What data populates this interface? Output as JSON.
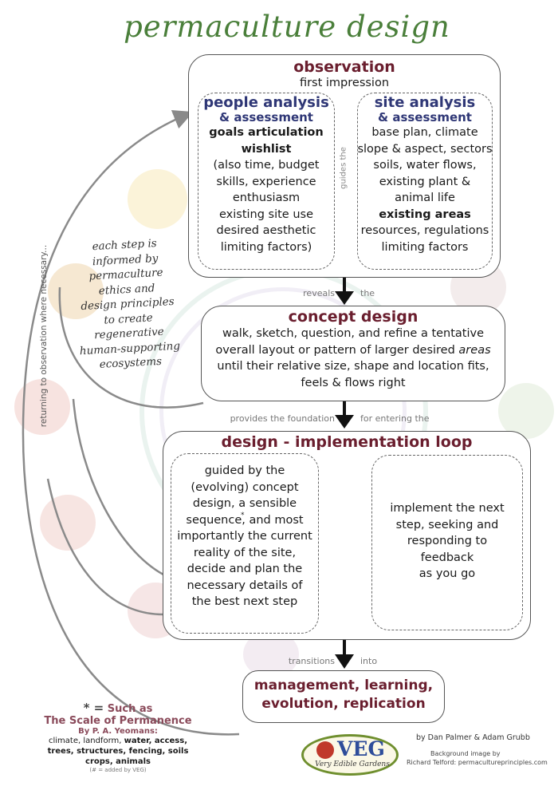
{
  "title": "permaculture design process",
  "observation": {
    "heading": "observation",
    "subheading": "first impression",
    "people": {
      "heading": "people analysis",
      "subheading": "& assessment",
      "bold1": "goals articulation",
      "bold2": "wishlist",
      "lines": [
        "(also time, budget",
        "skills, experience",
        "enthusiasm",
        "existing site use",
        "desired aesthetic",
        "limiting factors)"
      ]
    },
    "guides": "guides the",
    "site": {
      "heading": "site analysis",
      "subheading": "& assessment",
      "lines": [
        "base plan, climate",
        "slope & aspect, sectors",
        "soils, water flows,",
        "existing plant &",
        "animal life"
      ],
      "bold": "existing areas",
      "lines2": [
        "resources, regulations",
        "limiting factors"
      ]
    }
  },
  "connectors": {
    "reveals_left": "reveals",
    "reveals_right": "the",
    "provides_left": "provides the foundation",
    "provides_right": "for entering the",
    "transitions_left": "transitions",
    "transitions_right": "into"
  },
  "concept": {
    "heading": "concept design",
    "lines": [
      "walk, sketch, question, and refine a tentative",
      "overall layout or pattern of larger desired ",
      "until their relative size, shape and location fits,",
      "feels & flows right"
    ],
    "italic_word": "areas"
  },
  "loop": {
    "heading": "design - implementation loop",
    "left_lines": [
      "guided by the",
      "(evolving) concept",
      "design, a sensible",
      "sequence, and most",
      "importantly the current",
      "reality of the site,",
      "decide and plan the",
      "necessary details of",
      "the best next step"
    ],
    "star": "*",
    "right_lines": [
      "implement the next",
      "step, seeking and",
      "responding to",
      "feedback",
      "as you go"
    ]
  },
  "management": {
    "lines": [
      "management, learning,",
      "evolution, replication"
    ]
  },
  "side_note": {
    "lines": [
      "each step is",
      "informed by",
      "permaculture",
      "ethics and",
      "design principles",
      "to create",
      "regenerative",
      "human-supporting",
      "ecosystems"
    ]
  },
  "return_label": "returning to observation where necessary...",
  "footnote": {
    "star": "* =",
    "line1": "Such as",
    "line2": "The Scale of Permanence",
    "line3": "By P. A. Yeomans:",
    "line4a": "climate, landform, ",
    "line4b": "water, access,",
    "line5": "trees, structures, fencing, soils",
    "line6a": "crops",
    "line6b": ", animals",
    "line7": "(# = added by VEG)"
  },
  "credits": {
    "authors": "by Dan Palmer & Adam Grubb",
    "bg1": "Background image by",
    "bg2": "Richard Telford: permacultureprinciples.com"
  },
  "logo": {
    "big": "VEG",
    "small": "Very Edible Gardens"
  },
  "colors": {
    "maroon": "#6a1e2e",
    "navy": "#2f3776",
    "title_green": "#4a7f3a"
  }
}
